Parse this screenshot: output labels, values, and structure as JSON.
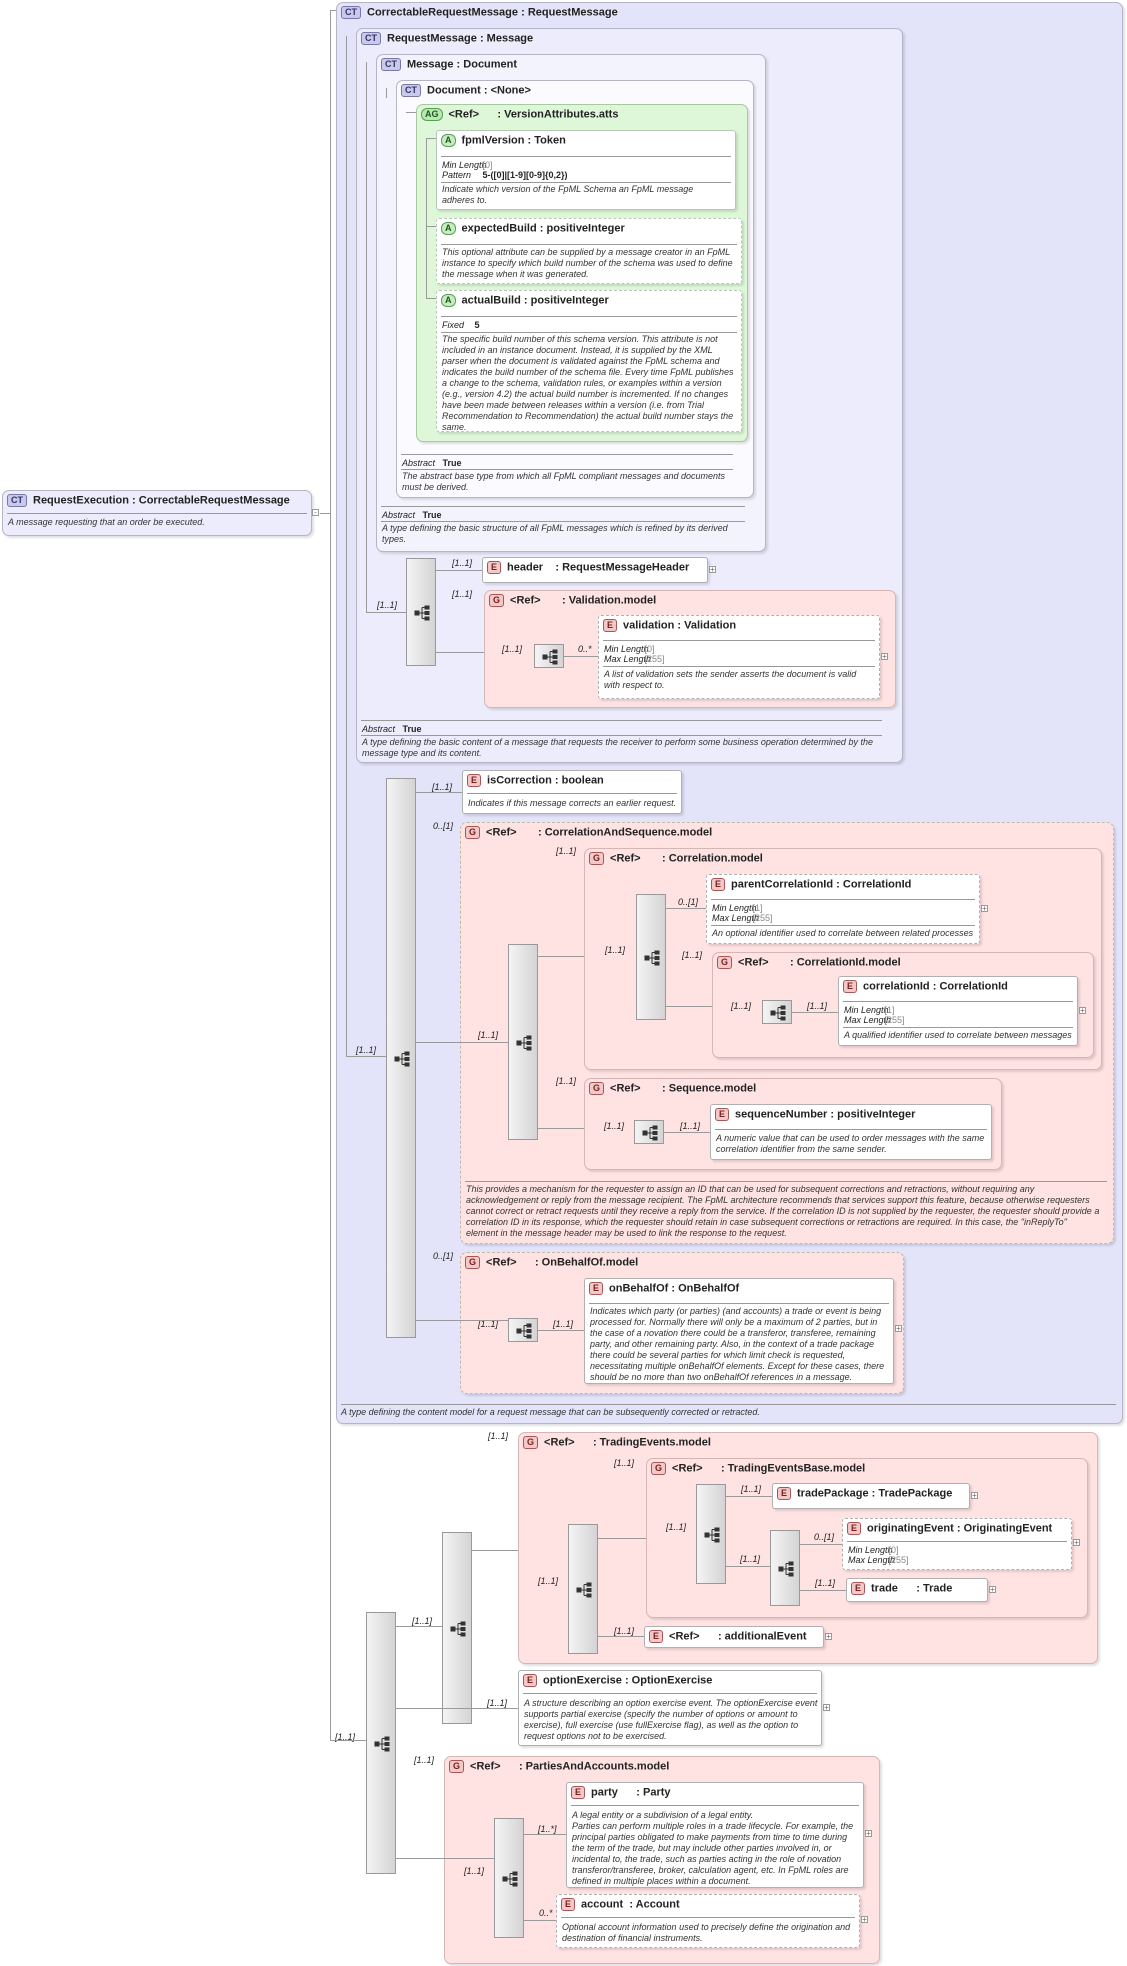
{
  "root": {
    "badge": "CT",
    "name": "RequestExecution",
    "sep": ":",
    "type": "CorrectableRequestMessage",
    "doc": "A message requesting that an order be executed."
  },
  "correctable": {
    "badge": "CT",
    "name": "CorrectableRequestMessage",
    "sep": ":",
    "type": "RequestMessage",
    "doc": "A type defining the content model for a request message that can be subsequently corrected or retracted."
  },
  "requestMessage": {
    "badge": "CT",
    "name": "RequestMessage",
    "sep": ":",
    "type": "Message",
    "abstract_label": "Abstract",
    "abstract_value": "True",
    "doc": "A type defining the basic content of a message that requests the receiver to perform some business operation determined by the message type and its content."
  },
  "message": {
    "badge": "CT",
    "name": "Message",
    "sep": ":",
    "type": "Document",
    "abstract_label": "Abstract",
    "abstract_value": "True",
    "doc": "A type defining the basic structure of all FpML messages which is refined by its derived types."
  },
  "document": {
    "badge": "CT",
    "name": "Document",
    "sep": ":",
    "type": "<None>",
    "abstract_label": "Abstract",
    "abstract_value": "True",
    "doc": "The abstract base type from which all FpML compliant messages and documents must be derived."
  },
  "versionAtts": {
    "badge": "AG",
    "name": "<Ref>",
    "sep": ":",
    "type": "VersionAttributes.atts"
  },
  "fpmlVersion": {
    "badge": "A",
    "name": "fpmlVersion",
    "sep": ":",
    "type": "Token",
    "minlen_label": "Min Length",
    "minlen_value": "[0]",
    "pattern_label": "Pattern",
    "pattern_value": "5-([0]|[1-9][0-9]{0,2})",
    "doc": "Indicate which version of the FpML Schema an FpML message adheres to."
  },
  "expectedBuild": {
    "badge": "A",
    "name": "expectedBuild",
    "sep": ":",
    "type": "positiveInteger",
    "doc": "This optional attribute can be supplied by a message creator in an FpML instance to specify which build number of the schema was used to define the message when it was generated."
  },
  "actualBuild": {
    "badge": "A",
    "name": "actualBuild",
    "sep": ":",
    "type": "positiveInteger",
    "fixed_label": "Fixed",
    "fixed_value": "5",
    "doc": "The specific build number of this schema version. This attribute is not included in an instance document. Instead, it is supplied by the XML parser when the document is validated against the FpML schema and indicates the build number of the schema file. Every time FpML publishes a change to the schema, validation rules, or examples within a version (e.g., version 4.2) the actual build number is incremented. If no changes have been made between releases within a version (i.e. from Trial Recommendation to Recommendation) the actual build number stays the same."
  },
  "header": {
    "badge": "E",
    "name": "header",
    "sep": ":",
    "type": "RequestMessageHeader",
    "card": "[1..1]"
  },
  "validationModel": {
    "badge": "G",
    "name": "<Ref>",
    "sep": ":",
    "type": "Validation.model",
    "card": "[1..1]",
    "seq_card": "[1..1]"
  },
  "validation": {
    "badge": "E",
    "name": "validation",
    "sep": ":",
    "type": "Validation",
    "card": "0..*",
    "minlen_label": "Min Length",
    "minlen_value": "[0]",
    "maxlen_label": "Max Length",
    "maxlen_value": "[255]",
    "doc": "A list of validation sets the sender asserts the document is valid with respect to."
  },
  "rm_seq_card": "[1..1]",
  "isCorrection": {
    "badge": "E",
    "name": "isCorrection",
    "sep": ":",
    "type": "boolean",
    "card": "[1..1]",
    "doc": "Indicates if this message corrects an earlier request."
  },
  "corrSeqModel": {
    "badge": "G",
    "name": "<Ref>",
    "sep": ":",
    "type": "CorrelationAndSequence.model",
    "card": "0..[1]",
    "seq_card": "[1..1]",
    "doc": "This provides a mechanism for the requester to assign an ID that can be used for subsequent corrections and retractions, without requiring any acknowledgement or reply from the message recipient. The FpML architecture recommends that services support this feature, because otherwise requesters cannot correct or retract requests until they receive a reply from the service. If the correlation ID is not supplied by the requester, the requester should provide a correlation ID in its response, which the requester should retain in case subsequent corrections or retractions are required. In this case, the \"inReplyTo\" element in the message header may be used to link the response to the request."
  },
  "correlationModel": {
    "badge": "G",
    "name": "<Ref>",
    "sep": ":",
    "type": "Correlation.model",
    "card": "[1..1]",
    "seq_card": "[1..1]"
  },
  "parentCorrelationId": {
    "badge": "E",
    "name": "parentCorrelationId",
    "sep": ":",
    "type": "CorrelationId",
    "card": "0..[1]",
    "minlen_label": "Min Length",
    "minlen_value": "[1]",
    "maxlen_label": "Max Length",
    "maxlen_value": "[255]",
    "doc": "An optional identifier used to correlate between related processes"
  },
  "correlationIdModel": {
    "badge": "G",
    "name": "<Ref>",
    "sep": ":",
    "type": "CorrelationId.model",
    "card": "[1..1]",
    "seq_card": "[1..1]"
  },
  "correlationId": {
    "badge": "E",
    "name": "correlationId",
    "sep": ":",
    "type": "CorrelationId",
    "card": "[1..1]",
    "minlen_label": "Min Length",
    "minlen_value": "[1]",
    "maxlen_label": "Max Length",
    "maxlen_value": "[255]",
    "doc": "A qualified identifier used to correlate between messages"
  },
  "sequenceModel": {
    "badge": "G",
    "name": "<Ref>",
    "sep": ":",
    "type": "Sequence.model",
    "card": "[1..1]",
    "seq_card": "[1..1]"
  },
  "sequenceNumber": {
    "badge": "E",
    "name": "sequenceNumber",
    "sep": ":",
    "type": "positiveInteger",
    "card": "[1..1]",
    "doc": "A numeric value that can be used to order messages with the same correlation identifier from the same sender."
  },
  "onBehalfOfModel": {
    "badge": "G",
    "name": "<Ref>",
    "sep": ":",
    "type": "OnBehalfOf.model",
    "card": "0..[1]",
    "seq_card": "[1..1]"
  },
  "onBehalfOf": {
    "badge": "E",
    "name": "onBehalfOf",
    "sep": ":",
    "type": "OnBehalfOf",
    "card": "[1..1]",
    "doc": "Indicates which party (or parties) (and accounts) a trade or event is being processed for. Normally there will only be a maximum of 2 parties, but in the case of a novation there could be a transferor, transferee, remaining party, and other remaining party. Also, in the context of a trade package there could be several parties for which limit check is requested, necessitating multiple onBehalfOf elements. Except for these cases, there should be no more than two onBehalfOf references in a message."
  },
  "crm_seq_card": "[1..1]",
  "root_seq_card": "[1..1]",
  "tradingEventsModel": {
    "badge": "G",
    "name": "<Ref>",
    "sep": ":",
    "type": "TradingEvents.model",
    "card": "[1..1]",
    "seq_card": "[1..1]"
  },
  "tradingEventsBase": {
    "badge": "G",
    "name": "<Ref>",
    "sep": ":",
    "type": "TradingEventsBase.model",
    "card": "[1..1]",
    "seq_card": "[1..1]"
  },
  "tradePackage": {
    "badge": "E",
    "name": "tradePackage",
    "sep": ":",
    "type": "TradePackage",
    "card": "[1..1]"
  },
  "choice_card": "[1..1]",
  "originatingEvent": {
    "badge": "E",
    "name": "originatingEvent",
    "sep": ":",
    "type": "OriginatingEvent",
    "card": "0..[1]",
    "minlen_label": "Min Length",
    "minlen_value": "[0]",
    "maxlen_label": "Max Length",
    "maxlen_value": "[255]"
  },
  "trade": {
    "badge": "E",
    "name": "trade",
    "sep": ":",
    "type": "Trade",
    "card": "[1..1]"
  },
  "additionalEvent": {
    "badge": "E",
    "name": "<Ref>",
    "sep": ":",
    "type": "additionalEvent",
    "card": "[1..1]"
  },
  "outer_seq_card": "[1..1]",
  "optionExercise": {
    "badge": "E",
    "name": "optionExercise",
    "sep": ":",
    "type": "OptionExercise",
    "card": "[1..1]",
    "doc": "A structure describing an option exercise event. The optionExercise event supports partial exercise (specify the number of options or amount to exercise), full exercise (use fullExercise flag), as well as the option to request options not to be exercised."
  },
  "partiesModel": {
    "badge": "G",
    "name": "<Ref>",
    "sep": ":",
    "type": "PartiesAndAccounts.model",
    "card": "[1..1]",
    "seq_card": "[1..1]"
  },
  "party": {
    "badge": "E",
    "name": "party",
    "sep": ":",
    "type": "Party",
    "card": "[1..*]",
    "doc": "A legal entity or a subdivision of a legal entity.\nParties can perform multiple roles in a trade lifecycle. For example, the principal parties obligated to make payments from time to time during the term of the trade, but may include other parties involved in, or incidental to, the trade, such as parties acting in the role of novation transferor/transferee, broker, calculation agent, etc. In FpML roles are defined in multiple places within a document."
  },
  "account": {
    "badge": "E",
    "name": "account",
    "sep": ":",
    "type": "Account",
    "card": "0..*",
    "doc": "Optional account information used to precisely define the origination and destination of financial instruments."
  },
  "colors": {
    "complexType": "#e3e3fa",
    "group": "#ffe2e2",
    "attrGroup": "#ddf7d8",
    "element": "#ffffff"
  }
}
